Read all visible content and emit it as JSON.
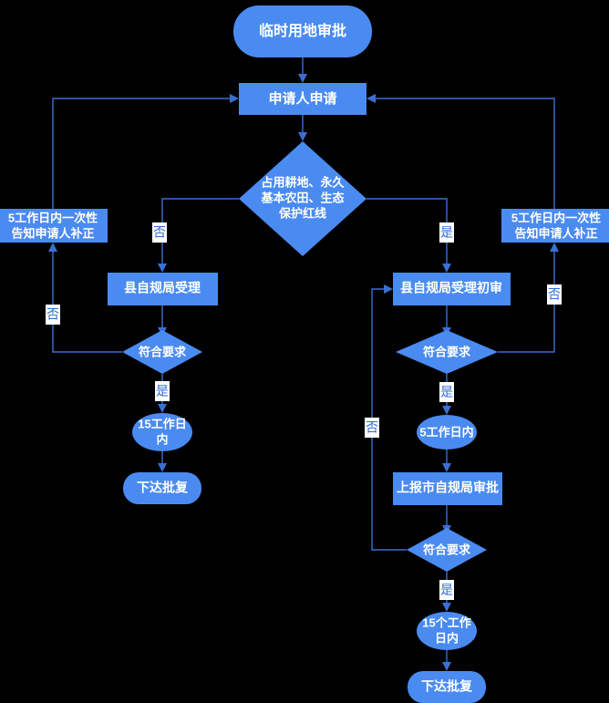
{
  "diagram": {
    "title": "临时用地审批",
    "type": "flowchart",
    "accent_color": "#4a8bf2",
    "edge_color": "#3b6fd4",
    "background_color": "#000000",
    "label_text_color": "#2f6ad9",
    "node_text_color": "#ffffff",
    "nodes": {
      "start": {
        "label": "临时用地审批",
        "shape": "stadium"
      },
      "apply": {
        "label": "申请人申请",
        "shape": "rect"
      },
      "decision_land": {
        "label_line1": "占用耕地、永久",
        "label_line2": "基本农田、生态",
        "label_line3": "保护红线",
        "shape": "diamond"
      },
      "left_correct": {
        "label_line1": "5工作日内一次性",
        "label_line2": "告知申请人补正",
        "shape": "rect"
      },
      "right_correct": {
        "label_line1": "5工作日内一次性",
        "label_line2": "告知申请人补正",
        "shape": "rect"
      },
      "county_accept": {
        "label": "县自规局受理",
        "shape": "rect"
      },
      "county_accept_review": {
        "label": "县自规局受理初审",
        "shape": "rect"
      },
      "left_meets": {
        "label": "符合要求",
        "shape": "diamond"
      },
      "right_meets": {
        "label": "符合要求",
        "shape": "diamond"
      },
      "bottom_meets": {
        "label": "符合要求",
        "shape": "diamond"
      },
      "left_days15": {
        "label_line1": "15工作日",
        "label_line2": "内",
        "shape": "ellipse"
      },
      "left_reply": {
        "label": "下达批复",
        "shape": "stadium"
      },
      "right_days5": {
        "label": "5工作日内",
        "shape": "ellipse"
      },
      "city_report": {
        "label": "上报市自规局审批",
        "shape": "rect"
      },
      "bottom_days15": {
        "label_line1": "15个工作",
        "label_line2": "日内",
        "shape": "ellipse"
      },
      "bottom_reply": {
        "label": "下达批复",
        "shape": "stadium"
      }
    },
    "edge_labels": {
      "decision_no": "否",
      "decision_yes": "是",
      "left_meets_no": "否",
      "left_meets_yes": "是",
      "right_meets_no": "否",
      "right_meets_yes": "是",
      "bottom_meets_no": "否",
      "bottom_meets_yes": "是"
    }
  }
}
